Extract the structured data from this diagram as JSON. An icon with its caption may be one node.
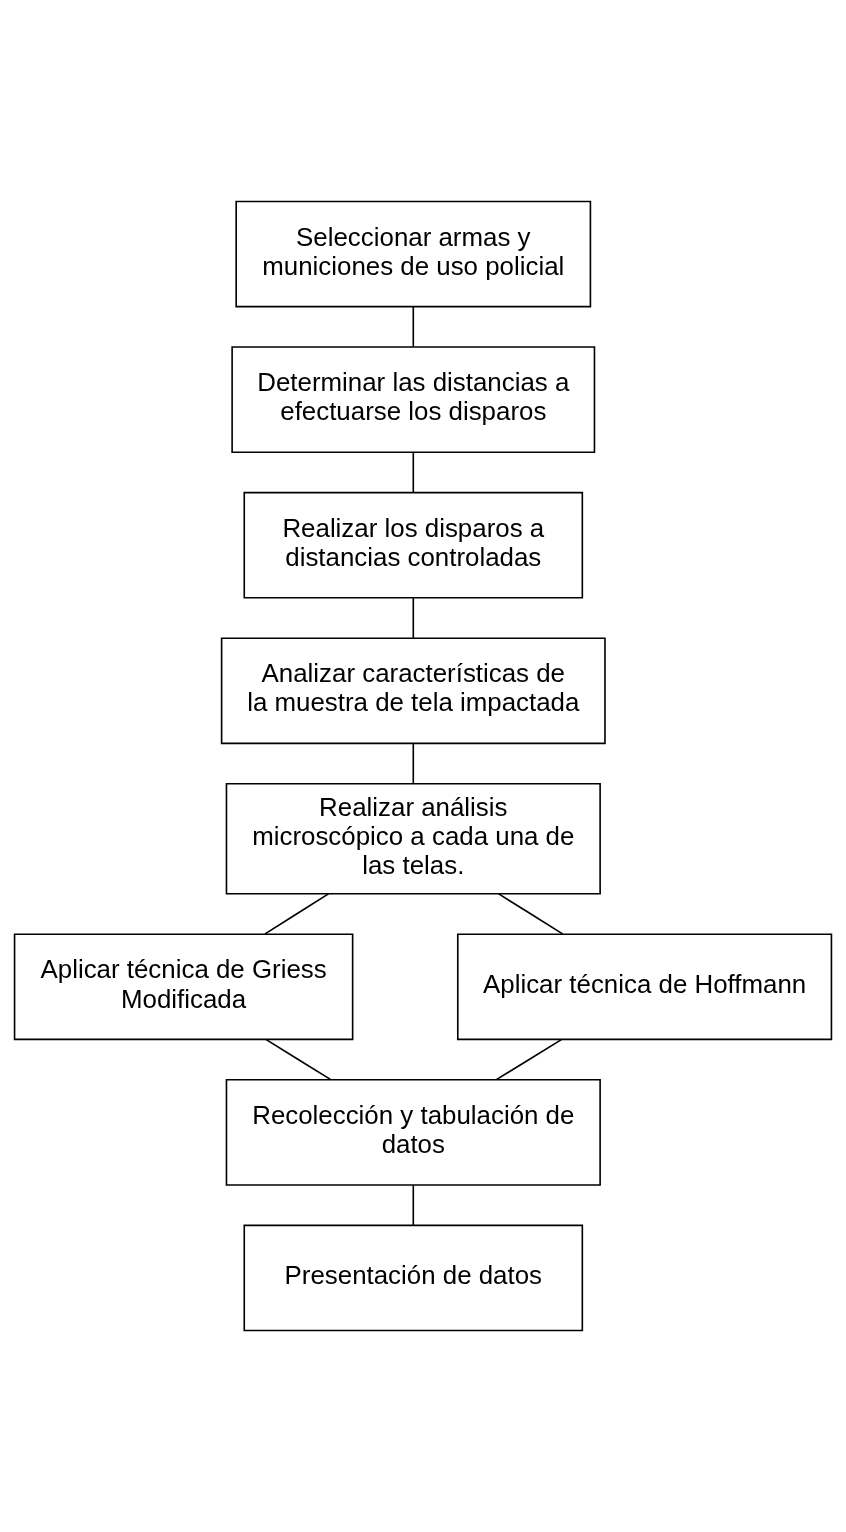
{
  "diagram": {
    "nodes": [
      {
        "text": [
          "Seleccionar armas y municiones de uso policial"
        ]
      },
      {
        "text": [
          "Determinar las distancias a efectuarse los disparos"
        ]
      },
      {
        "text": [
          "Realizar los disparos a distancias controladas"
        ]
      },
      {
        "text": [
          "Analizar características de la muestra de tela impactada"
        ]
      },
      {
        "text": [
          "Realizar análisis microscópico a cada una de las telas."
        ]
      },
      {
        "text": [
          "Aplicar técnica de Griess Modificada"
        ]
      },
      {
        "text": [
          "Aplicar técnica de Hoffmann"
        ]
      },
      {
        "text": [
          "Recolección y tabulación de datos"
        ]
      },
      {
        "text": [
          "Presentación de datos"
        ]
      }
    ],
    "edges": [
      {
        "from": 0,
        "to": 1,
        "arrow": "none"
      },
      {
        "from": 1,
        "to": 2,
        "arrow": "none"
      },
      {
        "from": 2,
        "to": 3,
        "arrow": "none"
      },
      {
        "from": 3,
        "to": 4,
        "arrow": "none"
      },
      {
        "from": 4,
        "to": 5,
        "arrow": "none"
      },
      {
        "from": 4,
        "to": 6,
        "arrow": "none"
      },
      {
        "from": 5,
        "to": 7,
        "arrow": "none"
      },
      {
        "from": 6,
        "to": 7,
        "arrow": "none"
      },
      {
        "from": 7,
        "to": 8,
        "arrow": "none"
      }
    ]
  }
}
